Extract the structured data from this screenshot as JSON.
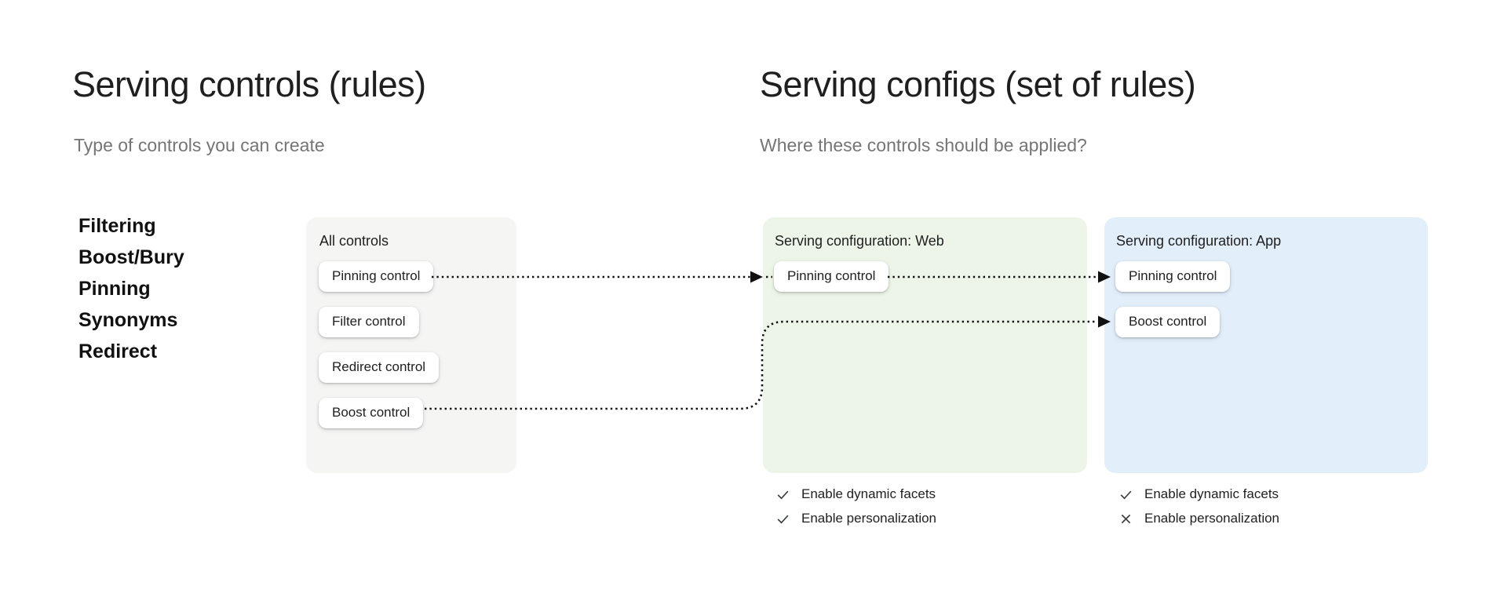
{
  "left_panel": {
    "title": "Serving controls (rules)",
    "subtitle": "Type of controls you can create",
    "control_types": [
      "Filtering",
      "Boost/Bury",
      "Pinning",
      "Synonyms",
      "Redirect"
    ],
    "all_controls_card": {
      "label": "All controls",
      "controls": [
        "Pinning control",
        "Filter control",
        "Redirect control",
        "Boost control"
      ]
    }
  },
  "right_panel": {
    "title": "Serving configs (set of rules)",
    "subtitle": "Where these controls should be applied?",
    "web_config": {
      "label": "Serving configuration: Web",
      "controls": [
        "Pinning control"
      ],
      "features": [
        {
          "icon": "check-icon",
          "label": "Enable dynamic facets"
        },
        {
          "icon": "check-icon",
          "label": "Enable personalization"
        }
      ]
    },
    "app_config": {
      "label": "Serving configuration: App",
      "controls": [
        "Pinning control",
        "Boost control"
      ],
      "features": [
        {
          "icon": "check-icon",
          "label": "Enable dynamic facets"
        },
        {
          "icon": "cross-icon",
          "label": "Enable personalization"
        }
      ]
    }
  },
  "connectors": [
    {
      "name": "pinning-to-web",
      "from": "All controls / Pinning control",
      "to": "Serving configuration: Web / Pinning control",
      "style": "dotted-arrow"
    },
    {
      "name": "web-pinning-to-app",
      "from": "Serving configuration: Web / Pinning control",
      "to": "Serving configuration: App / Pinning control",
      "style": "dotted-arrow"
    },
    {
      "name": "boost-to-app",
      "from": "All controls / Boost control",
      "to": "Serving configuration: App / Boost control",
      "style": "dotted-arrow"
    }
  ],
  "colors": {
    "background": "#ffffff",
    "all_controls_card_bg": "#f5f5f4",
    "web_card_bg": "#edf5e8",
    "app_card_bg": "#e2eefa",
    "pill_bg": "#ffffff",
    "text_primary": "#1f1f1f",
    "text_secondary": "#757575",
    "connector": "#111111",
    "feature_icon": "#3c4043"
  }
}
